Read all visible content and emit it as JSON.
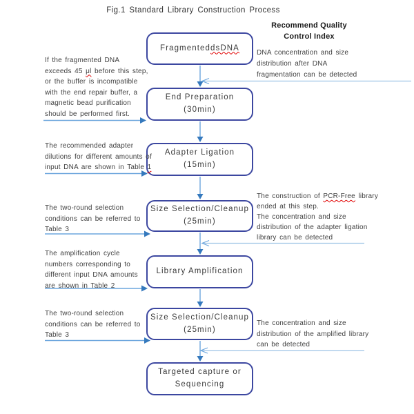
{
  "title": "Fig.1 Standard Library Construction Process",
  "right_header": "Recommend Quality\nControl Index",
  "colors": {
    "box_border": "#3c47a0",
    "connector_line": "#6ca6dd",
    "arrow_head": "#3579bd",
    "thin_line": "#9cc2e5",
    "squiggle": "#e00000",
    "text": "#3f3f3f"
  },
  "boxes": [
    {
      "label_before": "Fragmented ",
      "label_misspelled": "dsDNA"
    },
    {
      "label": "End Preparation\n(30min)"
    },
    {
      "label": "Adapter Ligation (15min)"
    },
    {
      "label": "Size Selection/Cleanup\n(25min)"
    },
    {
      "label": "Library Amplification"
    },
    {
      "label": "Size Selection/Cleanup\n(25min)"
    },
    {
      "label": "Targeted capture or\nSequencing"
    }
  ],
  "left_annotations": [
    {
      "text_before": "If the fragmented DNA\nexceeds 45 ",
      "misspelled": "μl",
      "text_after": " before this step,\nor the buffer is incompatible\nwith the end repair buffer, a\nmagnetic bead purification\nshould be performed first."
    },
    {
      "text_before": "The recommended adapter\ndilutions for different amounts of\ninput DNA are shown in Table ",
      "misspelled": "1"
    },
    {
      "text": "The two-round selection\nconditions can be referred to\nTable 3"
    },
    {
      "text": "The amplification cycle\nnumbers corresponding to\ndifferent input DNA amounts\nare shown in Table 2"
    },
    {
      "text": "The two-round selection\nconditions can be referred to\nTable 3"
    }
  ],
  "right_annotations": [
    {
      "text": "DNA concentration and size\ndistribution after DNA\nfragmentation can be detected"
    },
    {
      "text_before": "The construction of ",
      "misspelled": "PCR-Free",
      "text_after": " library\nended at this step.\nThe concentration and size\ndistribution of the adapter ligation\nlibrary can be detected"
    },
    {
      "text": "The concentration and size\ndistribution of the amplified library\ncan be detected"
    }
  ]
}
